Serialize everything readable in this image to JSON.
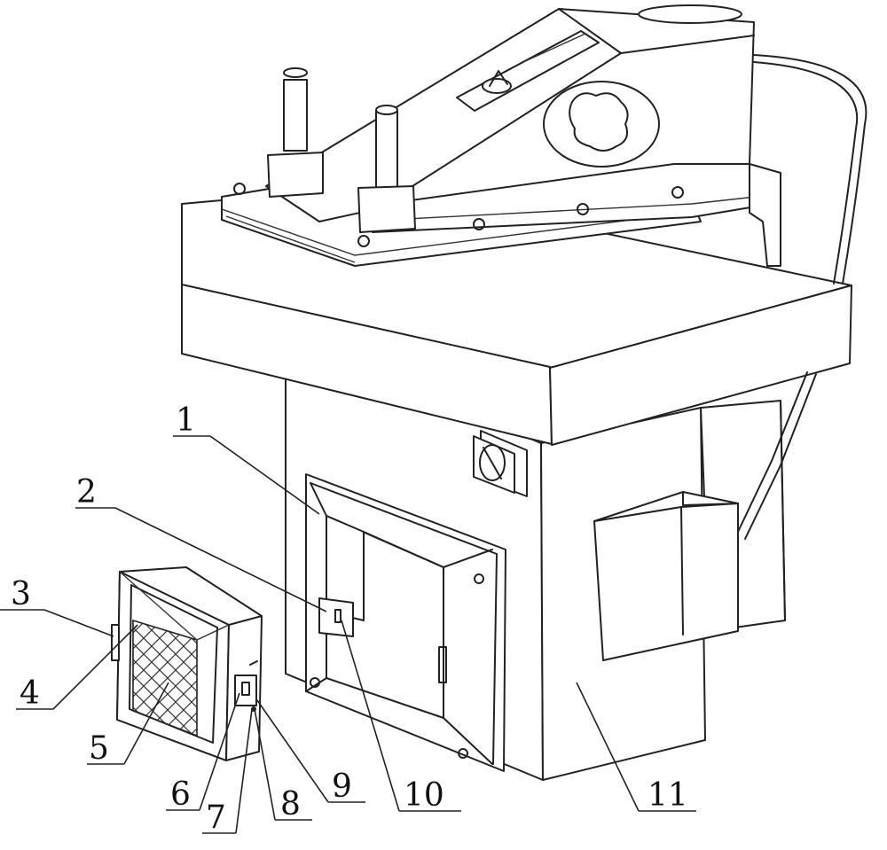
{
  "figure": {
    "callouts": [
      {
        "label": "1"
      },
      {
        "label": "2"
      },
      {
        "label": "3"
      },
      {
        "label": "4"
      },
      {
        "label": "5"
      },
      {
        "label": "6"
      },
      {
        "label": "7"
      },
      {
        "label": "8"
      },
      {
        "label": "9"
      },
      {
        "label": "10"
      },
      {
        "label": "11"
      }
    ]
  },
  "colors": {
    "line": "#222222",
    "background": "#ffffff"
  }
}
